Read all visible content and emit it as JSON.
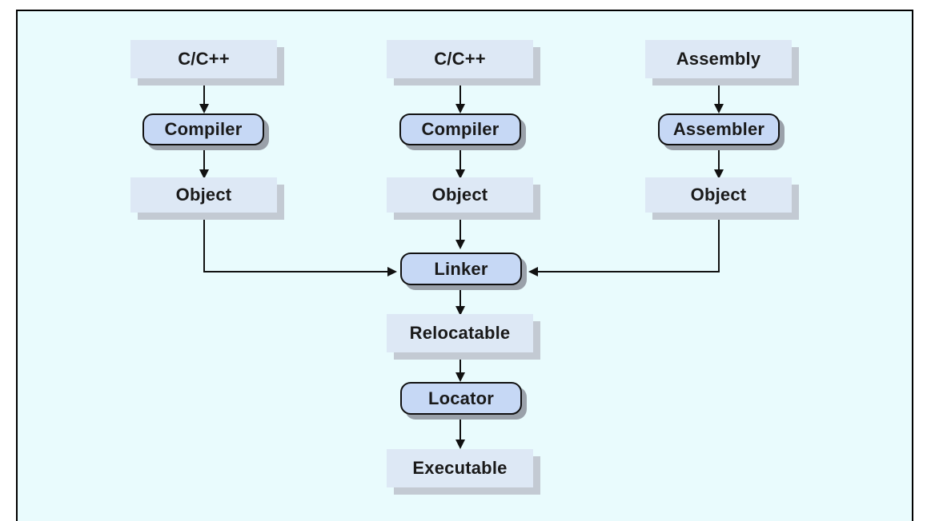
{
  "diagram": {
    "nodes": {
      "src1": "C/C++",
      "src2": "C/C++",
      "src3": "Assembly",
      "compiler1": "Compiler",
      "compiler2": "Compiler",
      "assembler": "Assembler",
      "obj1": "Object",
      "obj2": "Object",
      "obj3": "Object",
      "linker": "Linker",
      "relocatable": "Relocatable",
      "locator": "Locator",
      "executable": "Executable"
    },
    "edges": [
      [
        "src1",
        "compiler1"
      ],
      [
        "compiler1",
        "obj1"
      ],
      [
        "src2",
        "compiler2"
      ],
      [
        "compiler2",
        "obj2"
      ],
      [
        "src3",
        "assembler"
      ],
      [
        "assembler",
        "obj3"
      ],
      [
        "obj1",
        "linker"
      ],
      [
        "obj2",
        "linker"
      ],
      [
        "obj3",
        "linker"
      ],
      [
        "linker",
        "relocatable"
      ],
      [
        "relocatable",
        "locator"
      ],
      [
        "locator",
        "executable"
      ]
    ],
    "colors": {
      "background": "#e9fbfd",
      "file_fill": "#dde8f5",
      "tool_fill": "#c6d8f5",
      "line": "#111111"
    }
  }
}
